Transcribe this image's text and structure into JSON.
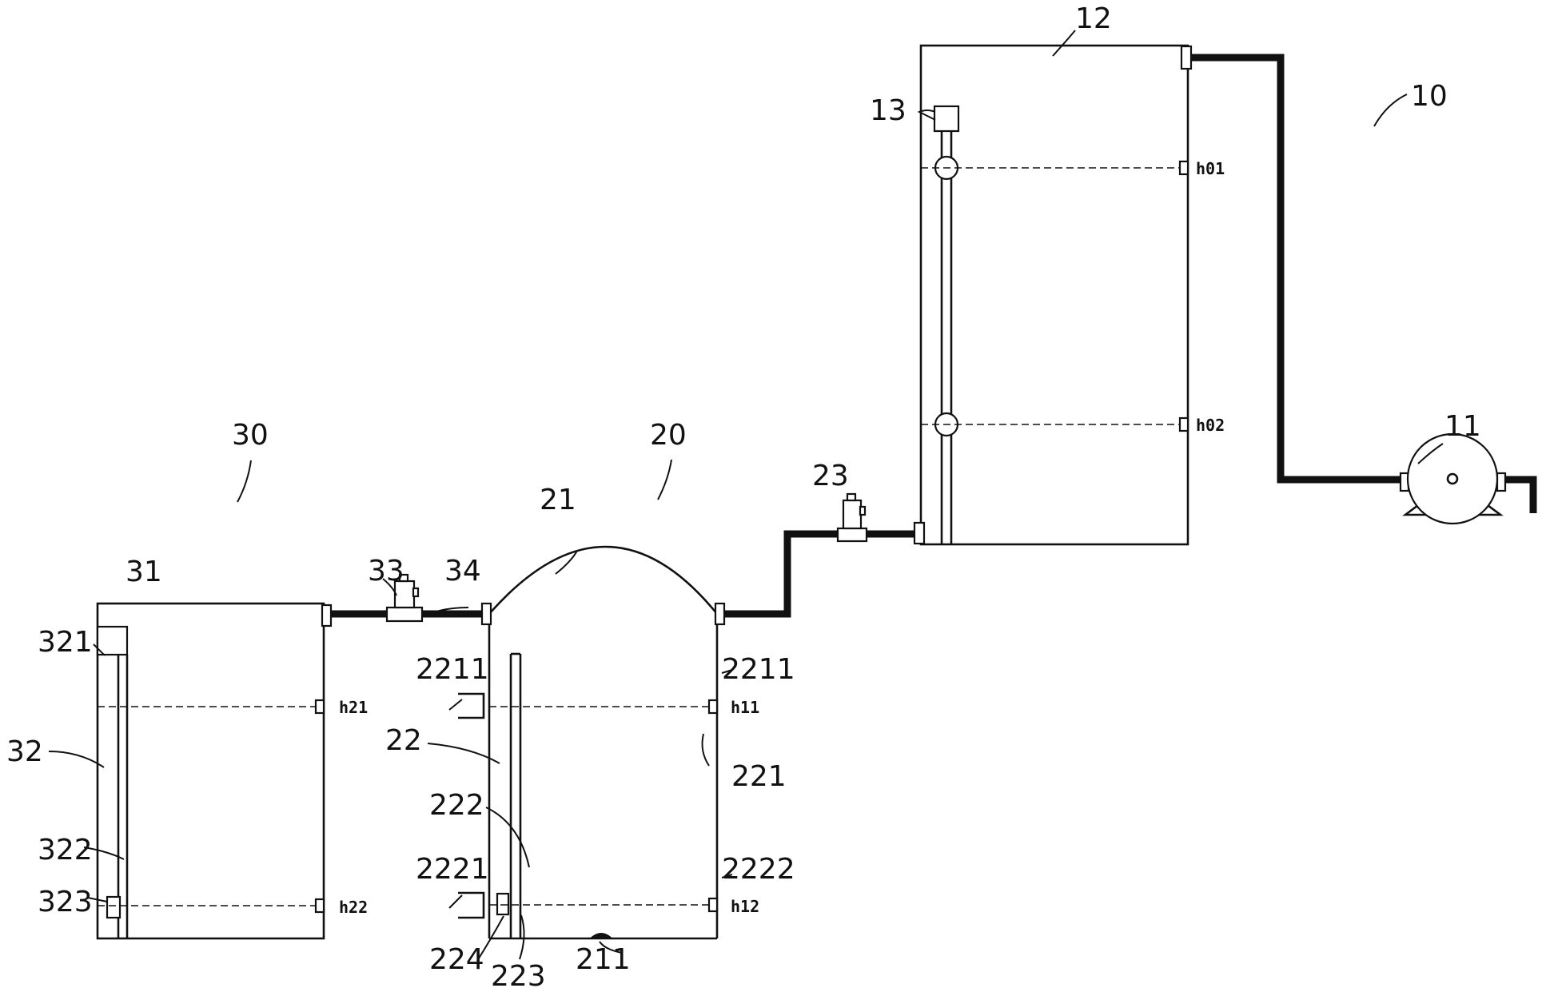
{
  "labels": {
    "n10": "10",
    "n11": "11",
    "n12": "12",
    "n13": "13",
    "n20": "20",
    "n21": "21",
    "n22": "22",
    "n221": "221",
    "n2211a": "2211",
    "n2211b": "2211",
    "n222": "222",
    "n2221": "2221",
    "n2222": "2222",
    "n223": "223",
    "n224": "224",
    "n211": "211",
    "n23": "23",
    "n30": "30",
    "n31": "31",
    "n32": "32",
    "n321": "321",
    "n322": "322",
    "n323": "323",
    "n33": "33",
    "n34": "34"
  },
  "levels": {
    "h01": "h01",
    "h02": "h02",
    "h11": "h11",
    "h12": "h12",
    "h21": "h21",
    "h22": "h22"
  }
}
